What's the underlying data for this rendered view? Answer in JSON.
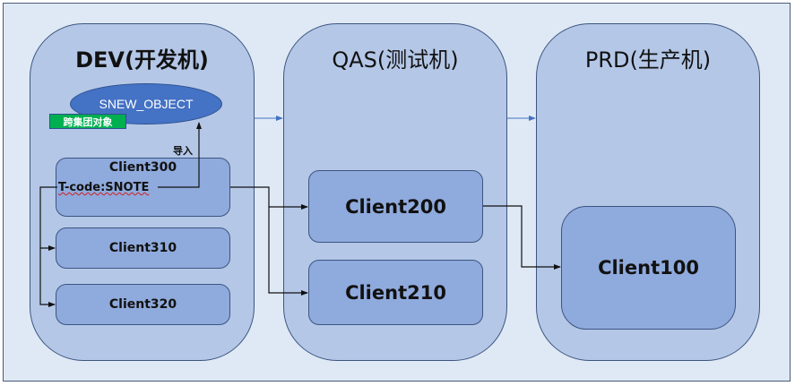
{
  "diagram": {
    "environments": [
      {
        "id": "dev",
        "title": "DEV(开发机)"
      },
      {
        "id": "qas",
        "title": "QAS(测试机)"
      },
      {
        "id": "prd",
        "title": "PRD(生产机)"
      }
    ],
    "dev": {
      "object_label": "SNEW_OBJECT",
      "object_tag": "跨集团对象",
      "import_label": "导入",
      "tcode_label": "T-code:SNOTE",
      "clients": [
        "Client300",
        "Client310",
        "Client320"
      ]
    },
    "qas": {
      "clients": [
        "Client200",
        "Client210"
      ]
    },
    "prd": {
      "clients": [
        "Client100"
      ]
    },
    "connections": [
      {
        "from": "DEV",
        "to": "QAS",
        "kind": "transport"
      },
      {
        "from": "QAS",
        "to": "PRD",
        "kind": "transport"
      },
      {
        "from": "Client300",
        "to": "SNEW_OBJECT",
        "label": "导入"
      },
      {
        "from": "Client300",
        "to": "Client310"
      },
      {
        "from": "Client300",
        "to": "Client320"
      },
      {
        "from": "Client300",
        "to": "Client200"
      },
      {
        "from": "Client300",
        "to": "Client210"
      },
      {
        "from": "Client200",
        "to": "Client100"
      }
    ],
    "colors": {
      "background": "#dfe9f5",
      "environment_fill": "#b4c7e7",
      "client_fill": "#8faadc",
      "object_fill": "#4472c4",
      "tag_fill": "#00b050",
      "border": "#3c5580"
    }
  }
}
